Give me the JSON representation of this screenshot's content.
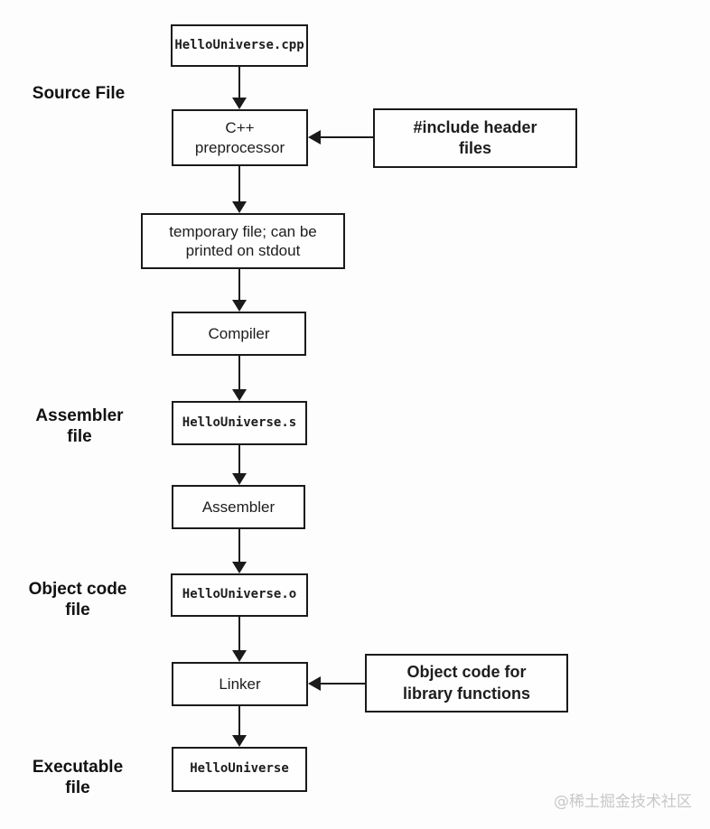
{
  "diagram": {
    "kind": "flowchart",
    "topic": "C++ compilation pipeline",
    "nodes": {
      "cpp_file": "HelloUniverse.cpp",
      "preprocessor": [
        "C++",
        "preprocessor"
      ],
      "temp_file": [
        "temporary file; can be",
        "printed on stdout"
      ],
      "compiler": "Compiler",
      "asm_file": "HelloUniverse.s",
      "assembler": "Assembler",
      "obj_file": "HelloUniverse.o",
      "linker": "Linker",
      "executable": "HelloUniverse"
    },
    "annotations": {
      "include_headers": [
        "#include header",
        "files"
      ],
      "object_lib": [
        "Object code for",
        "library functions"
      ]
    },
    "stage_labels": {
      "source": [
        "Source File"
      ],
      "assembler": [
        "Assembler",
        "file"
      ],
      "object": [
        "Object code",
        "file"
      ],
      "executable": [
        "Executable",
        "file"
      ]
    },
    "edges": [
      "cpp_file->preprocessor",
      "include_headers->preprocessor",
      "preprocessor->temp_file",
      "temp_file->compiler",
      "compiler->asm_file",
      "asm_file->assembler",
      "assembler->obj_file",
      "obj_file->linker",
      "object_lib->linker",
      "linker->executable"
    ],
    "colors": {
      "line": "#1a1a1a",
      "box_border": "#1a1a1a",
      "box_fill": "#fffefe",
      "background": "#fdfdfd",
      "watermark": "#c8c8c8"
    },
    "watermark": "@稀土掘金技术社区"
  }
}
